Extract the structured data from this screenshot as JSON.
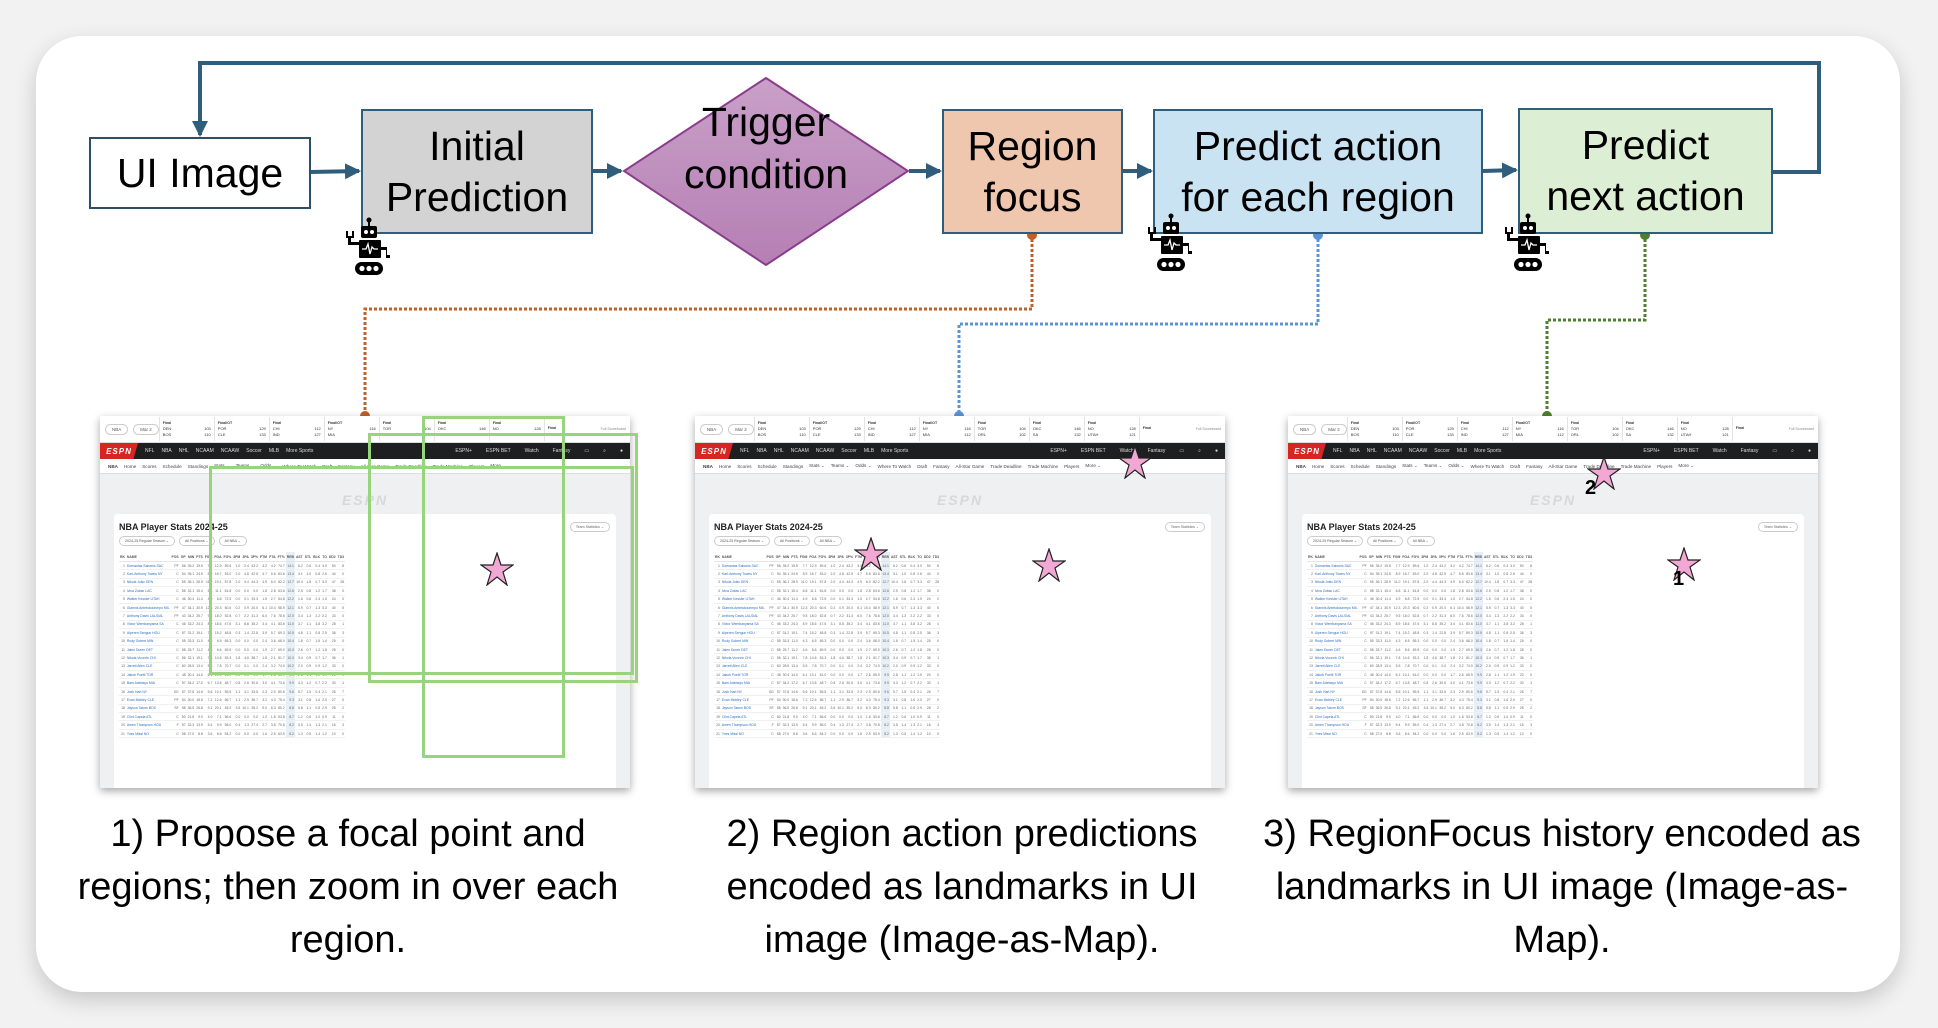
{
  "flow": {
    "nodes": {
      "ui_image": "UI Image",
      "initial_prediction": [
        "Initial",
        "Prediction"
      ],
      "trigger_condition": [
        "Trigger",
        "condition"
      ],
      "region_focus": [
        "Region",
        "focus"
      ],
      "predict_per_region": [
        "Predict action",
        "for each region"
      ],
      "predict_next": [
        "Predict",
        "next action"
      ]
    },
    "colors": {
      "arrow": "#2f5d7c",
      "initial_fill": "#d3d3d3",
      "trigger_fill": "#c094c0",
      "trigger_border": "#8a3c8c",
      "region_fill": "#efc7ae",
      "predict_region_fill": "#c9e3f3",
      "predict_next_fill": "#dcefd4",
      "connector_orange": "#c0602a",
      "connector_blue": "#5b93d8",
      "connector_green": "#4f7f2e",
      "region_box": "#98d47e",
      "star_fill": "#f2a7d4"
    },
    "icons": [
      "robot-icon",
      "robot-icon",
      "robot-icon"
    ]
  },
  "screenshot": {
    "scoreboard": {
      "league": "NBA",
      "date": "Mar 2",
      "full_scoreboard": "Full Scoreboard",
      "games": [
        {
          "status": "Final",
          "away": "DEN",
          "away_score": "103",
          "home": "BOS",
          "home_score": "110"
        },
        {
          "status": "Final/OT",
          "away": "POR",
          "away_score": "129",
          "home": "CLE",
          "home_score": "133"
        },
        {
          "status": "Final",
          "away": "CHI",
          "away_score": "112",
          "home": "IND",
          "home_score": "127"
        },
        {
          "status": "Final/OT",
          "away": "NY",
          "away_score": "116",
          "home": "MIA",
          "home_score": "112"
        },
        {
          "status": "Final",
          "away": "TOR",
          "away_score": "104",
          "home": "ORL",
          "home_score": "102"
        },
        {
          "status": "Final",
          "away": "OKC",
          "away_score": "146",
          "home": "SA",
          "home_score": "132"
        },
        {
          "status": "Final",
          "away": "NO",
          "away_score": "128",
          "home": "UTAH",
          "home_score": "121"
        },
        {
          "status": "Final",
          "away": "",
          "away_score": "",
          "home": "",
          "home_score": ""
        }
      ]
    },
    "nav_primary": {
      "logo": "ESPN",
      "items": [
        "NFL",
        "NBA",
        "NHL",
        "NCAAM",
        "NCAAW",
        "Soccer",
        "MLB",
        "More Sports"
      ],
      "right": [
        "ESPN+",
        "ESPN BET",
        "Watch",
        "Fantasy"
      ]
    },
    "nav_secondary": {
      "section": "NBA",
      "items": [
        "Home",
        "Scores",
        "Schedule",
        "Standings",
        "Stats ⌄",
        "Teams ⌄",
        "Odds ⌄",
        "Where To Watch",
        "Draft",
        "Fantasy",
        "All-Star Game",
        "Trade Deadline",
        "Trade Machine",
        "Players",
        "More ⌄"
      ]
    },
    "watermark": "ESPN",
    "stats": {
      "title": "NBA Player Stats 2024-25",
      "team_stats_button": "Team Statistics ⌄",
      "filters": [
        "2024-25 Regular Season ⌄",
        "All Positions ⌄",
        "All NBA ⌄"
      ],
      "columns": [
        "RK",
        "NAME",
        "POS",
        "GP",
        "MIN",
        "PTS",
        "FGM",
        "FGA",
        "FG%",
        "3PM",
        "3PA",
        "3P%",
        "FTM",
        "FTA",
        "FT%",
        "REB",
        "AST",
        "STL",
        "BLK",
        "TO",
        "DD2",
        "TD3"
      ],
      "rows": [
        [
          "1",
          "Domantas Sabonis SAC",
          "PF",
          "56",
          "35.2",
          "19.5",
          "7.7",
          "12.9",
          "59.6",
          "1.0",
          "2.4",
          "43.2",
          "3.2",
          "4.2",
          "74.7",
          "14.1",
          "6.2",
          "0.6",
          "0.4",
          "3.0",
          "50",
          "8"
        ],
        [
          "2",
          "Karl-Anthony Towns NY",
          "C",
          "54",
          "35.1",
          "24.5",
          "8.9",
          "16.7",
          "53.0",
          "2.0",
          "4.8",
          "42.5",
          "4.7",
          "5.6",
          "83.6",
          "13.4",
          "3.1",
          "1.0",
          "0.8",
          "2.6",
          "44",
          "0"
        ],
        [
          "3",
          "Nikola Jokic DEN",
          "C",
          "55",
          "36.1",
          "28.9",
          "11.0",
          "19.1",
          "57.8",
          "2.0",
          "4.4",
          "44.3",
          "4.9",
          "6.0",
          "82.2",
          "12.7",
          "10.4",
          "1.8",
          "0.7",
          "3.3",
          "47",
          "28"
        ],
        [
          "4",
          "Ivica Zubac LAC",
          "C",
          "58",
          "32.1",
          "15.4",
          "6.8",
          "11.1",
          "61.8",
          "0.0",
          "0.0",
          "0.0",
          "1.8",
          "2.8",
          "63.6",
          "12.6",
          "2.5",
          "0.8",
          "1.2",
          "1.7",
          "38",
          "0"
        ],
        [
          "5",
          "Walker Kessler UTAH",
          "C",
          "46",
          "30.4",
          "11.4",
          "4.9",
          "6.8",
          "72.5",
          "0.0",
          "0.1",
          "33.3",
          "1.5",
          "2.7",
          "54.8",
          "12.2",
          "1.6",
          "0.6",
          "2.3",
          "1.5",
          "24",
          "0"
        ],
        [
          "6",
          "Giannis Antetokounmpo MIL",
          "PF",
          "47",
          "34.1",
          "30.9",
          "12.3",
          "20.3",
          "60.6",
          "0.2",
          "0.9",
          "20.0",
          "6.1",
          "10.4",
          "58.9",
          "12.1",
          "5.9",
          "0.7",
          "1.3",
          "3.3",
          "40",
          "5"
        ],
        [
          "7",
          "Anthony Davis LAL/DAL",
          "PF",
          "43",
          "34.2",
          "25.7",
          "9.5",
          "18.0",
          "52.8",
          "0.7",
          "2.2",
          "31.3",
          "6.0",
          "7.6",
          "78.6",
          "12.0",
          "3.4",
          "1.3",
          "2.2",
          "2.2",
          "33",
          "0"
        ],
        [
          "8",
          "Victor Wembanyama SA",
          "C",
          "46",
          "33.2",
          "24.3",
          "8.9",
          "18.6",
          "47.6",
          "3.1",
          "8.8",
          "35.2",
          "3.4",
          "4.1",
          "83.6",
          "11.0",
          "3.7",
          "1.1",
          "3.8",
          "3.2",
          "28",
          "1"
        ],
        [
          "9",
          "Alperen Sengun HOU",
          "C",
          "57",
          "31.2",
          "19.1",
          "7.4",
          "15.2",
          "48.8",
          "0.3",
          "1.4",
          "22.8",
          "3.9",
          "5.7",
          "69.3",
          "10.5",
          "4.8",
          "1.1",
          "0.8",
          "2.5",
          "36",
          "3"
        ],
        [
          "10",
          "Rudy Gobert MIN",
          "C",
          "55",
          "33.3",
          "11.0",
          "4.3",
          "6.5",
          "65.3",
          "0.0",
          "0.0",
          "0.0",
          "2.4",
          "3.6",
          "68.0",
          "10.4",
          "1.8",
          "0.7",
          "1.5",
          "1.4",
          "25",
          "0"
        ],
        [
          "11",
          "Jalen Duren DET",
          "C",
          "58",
          "25.7",
          "11.2",
          "4.6",
          "6.6",
          "69.9",
          "0.0",
          "0.0",
          "0.0",
          "1.9",
          "2.7",
          "69.0",
          "10.3",
          "2.6",
          "0.7",
          "1.2",
          "1.8",
          "28",
          "0"
        ],
        [
          "12",
          "Nikola Vucevic CHI",
          "C",
          "56",
          "32.1",
          "19.1",
          "7.8",
          "14.6",
          "53.3",
          "1.8",
          "4.6",
          "38.7",
          "1.8",
          "2.1",
          "81.7",
          "10.3",
          "3.4",
          "0.9",
          "0.7",
          "1.7",
          "36",
          "1"
        ],
        [
          "13",
          "Jarrett Allen CLE",
          "C",
          "60",
          "28.5",
          "13.4",
          "5.5",
          "7.8",
          "70.7",
          "0.0",
          "0.1",
          "0.0",
          "2.4",
          "3.2",
          "74.0",
          "10.2",
          "2.0",
          "0.9",
          "0.9",
          "1.2",
          "33",
          "0"
        ],
        [
          "14",
          "Jakob Poeltl TOR",
          "C",
          "48",
          "30.4",
          "14.0",
          "6.1",
          "10.1",
          "61.0",
          "0.0",
          "0.0",
          "0.0",
          "1.7",
          "2.6",
          "65.9",
          "9.9",
          "2.8",
          "1.1",
          "1.2",
          "1.9",
          "20",
          "0"
        ],
        [
          "15",
          "Bam Adebayo MIA",
          "C",
          "57",
          "34.2",
          "17.2",
          "6.7",
          "13.8",
          "48.7",
          "0.8",
          "2.6",
          "30.6",
          "3.0",
          "4.1",
          "73.6",
          "9.9",
          "4.3",
          "1.2",
          "0.7",
          "2.2",
          "30",
          "1"
        ],
        [
          "16",
          "Josh Hart NY",
          "SG",
          "57",
          "37.8",
          "14.6",
          "5.6",
          "10.1",
          "55.5",
          "1.1",
          "3.1",
          "33.5",
          "2.3",
          "2.9",
          "80.6",
          "9.6",
          "5.7",
          "1.5",
          "0.4",
          "2.1",
          "26",
          "7"
        ],
        [
          "17",
          "Evan Mobley CLE",
          "PF",
          "54",
          "30.0",
          "18.6",
          "7.2",
          "12.6",
          "56.7",
          "1.1",
          "2.9",
          "36.7",
          "3.2",
          "4.3",
          "75.4",
          "9.3",
          "3.1",
          "0.8",
          "1.6",
          "2.0",
          "27",
          "0"
        ],
        [
          "18",
          "Jayson Tatum BOS",
          "SF",
          "58",
          "36.5",
          "26.8",
          "9.1",
          "20.1",
          "45.2",
          "3.6",
          "10.1",
          "35.2",
          "5.0",
          "6.3",
          "80.2",
          "8.8",
          "5.8",
          "1.1",
          "0.5",
          "2.9",
          "28",
          "2"
        ],
        [
          "19",
          "Clint Capela ATL",
          "C",
          "50",
          "21.8",
          "9.0",
          "4.0",
          "7.1",
          "56.6",
          "0.0",
          "0.0",
          "0.0",
          "1.0",
          "1.8",
          "53.8",
          "8.7",
          "1.2",
          "0.6",
          "1.0",
          "0.9",
          "11",
          "0"
        ],
        [
          "20",
          "Amen Thompson HOU",
          "F",
          "57",
          "32.3",
          "13.9",
          "5.4",
          "9.9",
          "55.0",
          "0.4",
          "1.3",
          "27.4",
          "2.7",
          "3.8",
          "70.8",
          "8.2",
          "3.5",
          "1.4",
          "1.3",
          "2.1",
          "16",
          "3"
        ],
        [
          "21",
          "Yves Missi NO",
          "C",
          "58",
          "27.0",
          "8.8",
          "3.6",
          "6.6",
          "54.2",
          "0.0",
          "0.0",
          "0.0",
          "1.6",
          "2.5",
          "63.9",
          "8.2",
          "1.3",
          "0.5",
          "1.4",
          "1.2",
          "10",
          "0"
        ]
      ]
    }
  },
  "panels": [
    {
      "id": "step1",
      "landmark_labels": []
    },
    {
      "id": "step2",
      "landmark_labels": []
    },
    {
      "id": "step3",
      "landmark_labels": [
        "1",
        "2"
      ]
    }
  ],
  "captions": [
    "1) Propose a focal point and regions; then zoom in over each region.",
    "2) Region action predictions encoded as landmarks in UI image (Image-as-Map).",
    "3) RegionFocus history encoded as landmarks in UI image (Image-as-Map)."
  ]
}
